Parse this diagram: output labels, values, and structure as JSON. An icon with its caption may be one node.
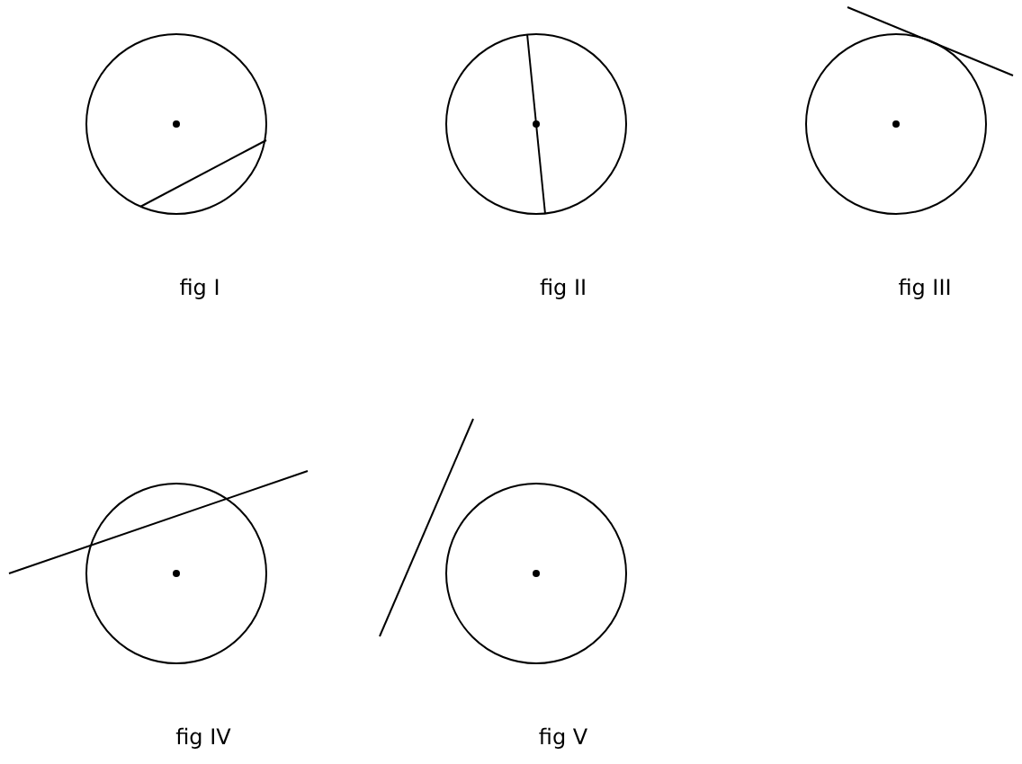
{
  "diagram": {
    "labels": [
      "fig I",
      "fig II",
      "fig III",
      "fig IV",
      "fig V"
    ]
  }
}
